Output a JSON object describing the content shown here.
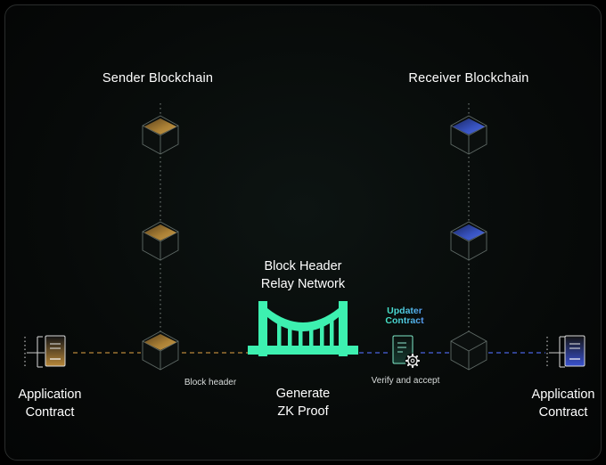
{
  "sender": {
    "title": "Sender Blockchain"
  },
  "receiver": {
    "title": "Receiver Blockchain"
  },
  "relay": {
    "line1": "Block Header",
    "line2": "Relay Network"
  },
  "updater": {
    "line1": "Updater",
    "line2": "Contract"
  },
  "labels": {
    "block_header": "Block header",
    "generate_line1": "Generate",
    "generate_line2": "ZK Proof",
    "verify": "Verify and accept"
  },
  "app_left": {
    "line1": "Application",
    "line2": "Contract"
  },
  "app_right": {
    "line1": "Application",
    "line2": "Contract"
  },
  "colors": {
    "sender_accent": "#c9963d",
    "receiver_accent": "#3d5bd6",
    "bridge": "#3df0b0",
    "updater_gradient": [
      "#3df0b0",
      "#5a7dff"
    ]
  },
  "icons": [
    "block-cube-icon",
    "document-icon",
    "bridge-icon",
    "gear-icon"
  ]
}
